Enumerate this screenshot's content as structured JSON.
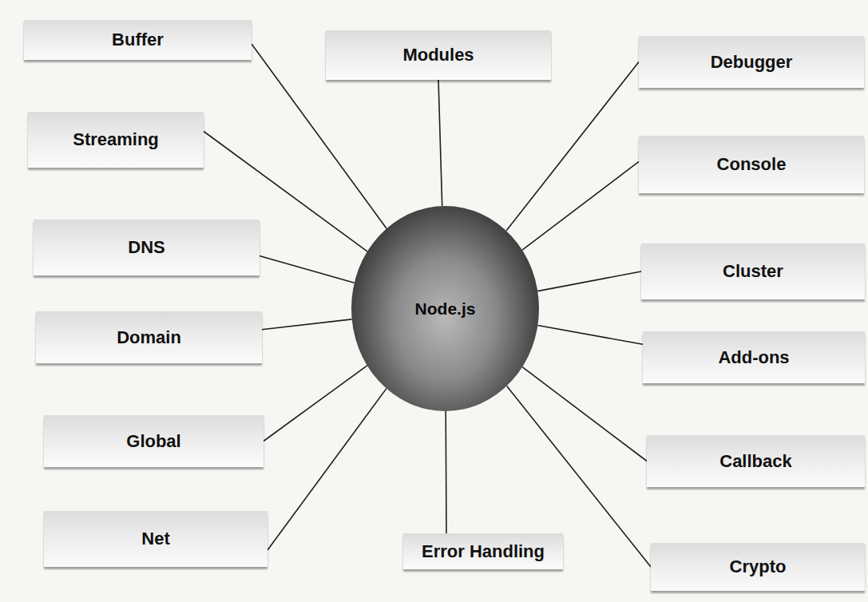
{
  "diagram": {
    "nodes": [
      {
        "text": [
          "Node.js"
        ]
      },
      {
        "text": [
          "Buffer"
        ]
      },
      {
        "text": [
          "Modules"
        ]
      },
      {
        "text": [
          "Debugger"
        ]
      },
      {
        "text": [
          "Streaming"
        ]
      },
      {
        "text": [
          "Console"
        ]
      },
      {
        "text": [
          "DNS"
        ]
      },
      {
        "text": [
          "Cluster"
        ]
      },
      {
        "text": [
          "Domain"
        ]
      },
      {
        "text": [
          "Add-ons"
        ]
      },
      {
        "text": [
          "Global"
        ]
      },
      {
        "text": [
          "Callback"
        ]
      },
      {
        "text": [
          "Net"
        ]
      },
      {
        "text": [
          "Error Handling"
        ]
      },
      {
        "text": [
          "Crypto"
        ]
      }
    ],
    "edges": [
      {
        "from": 0,
        "to": 1,
        "arrow": "none"
      },
      {
        "from": 0,
        "to": 2,
        "arrow": "none"
      },
      {
        "from": 0,
        "to": 3,
        "arrow": "none"
      },
      {
        "from": 0,
        "to": 4,
        "arrow": "none"
      },
      {
        "from": 0,
        "to": 5,
        "arrow": "none"
      },
      {
        "from": 0,
        "to": 6,
        "arrow": "none"
      },
      {
        "from": 0,
        "to": 7,
        "arrow": "none"
      },
      {
        "from": 0,
        "to": 8,
        "arrow": "none"
      },
      {
        "from": 0,
        "to": 9,
        "arrow": "none"
      },
      {
        "from": 0,
        "to": 10,
        "arrow": "none"
      },
      {
        "from": 0,
        "to": 11,
        "arrow": "none"
      },
      {
        "from": 0,
        "to": 12,
        "arrow": "none"
      },
      {
        "from": 0,
        "to": 13,
        "arrow": "none"
      },
      {
        "from": 0,
        "to": 14,
        "arrow": "none"
      }
    ]
  }
}
